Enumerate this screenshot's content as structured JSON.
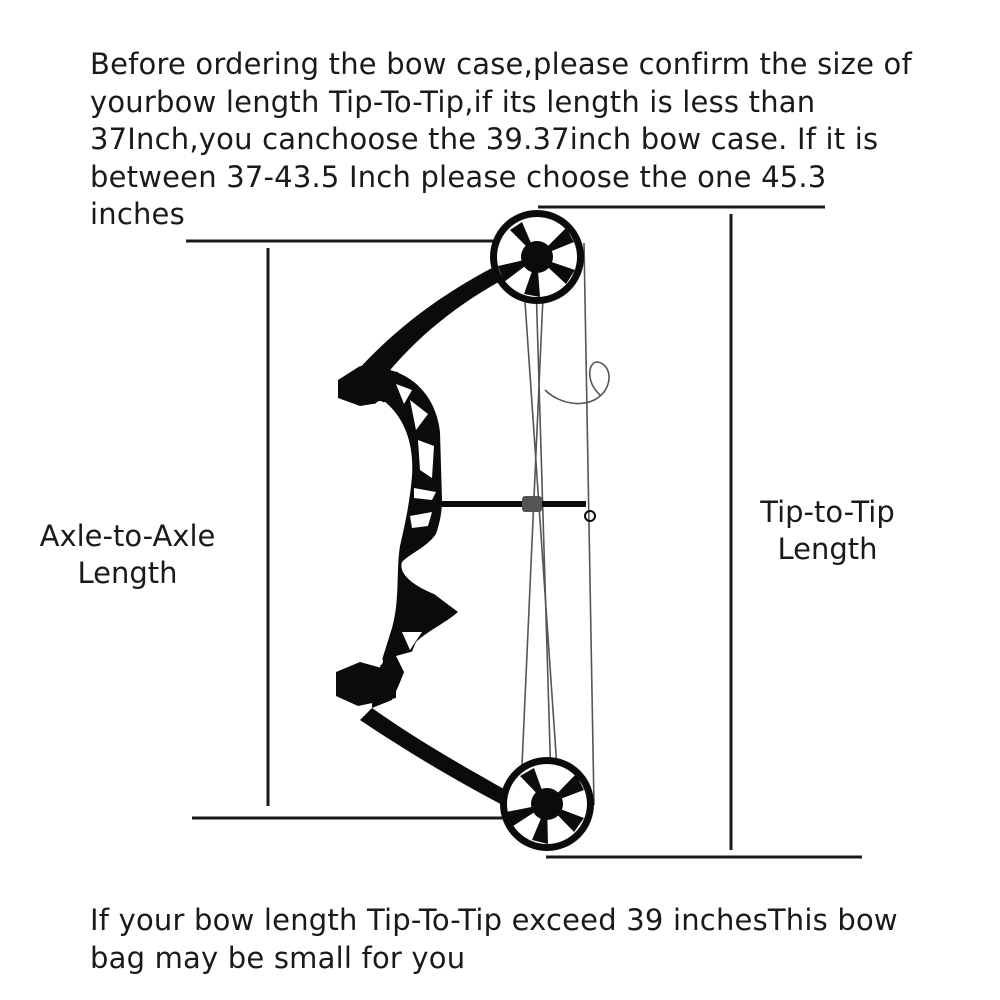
{
  "notes": {
    "top": "Before ordering the bow case,please confirm the size of yourbow length Tip-To-Tip,if its length is less than 37Inch,you canchoose the 39.37inch bow case. If it is between 37-43.5 Inch please choose the one 45.3 inches",
    "bottom": "If your bow length Tip-To-Tip exceed 39 inchesThis bow bag may be small for you"
  },
  "labels": {
    "axle_line1": "Axle-to-Axle",
    "axle_line2": "Length",
    "tip_line1": "Tip-to-Tip",
    "tip_line2": "Length"
  },
  "colors": {
    "ink": "#1a1a1a",
    "bow": "#0b0b0b",
    "string": "#555555"
  },
  "icons": [
    "compound-bow-icon"
  ]
}
